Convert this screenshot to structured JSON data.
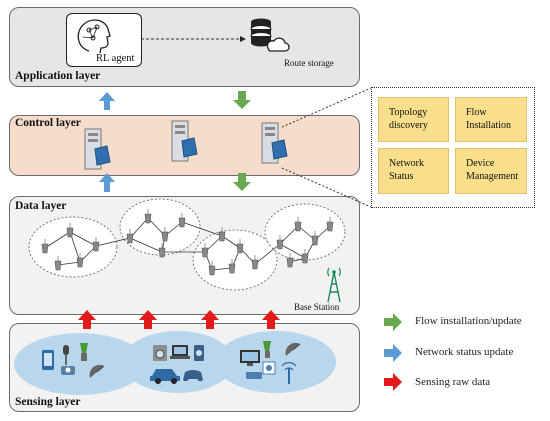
{
  "layers": {
    "application": "Application layer",
    "control": "Control layer",
    "data": "Data layer",
    "sensing": "Sensing layer"
  },
  "application": {
    "agent_label": "RL agent",
    "storage_label": "Route storage"
  },
  "controller_functions": {
    "topology": [
      "Topology",
      "discovery"
    ],
    "flow": [
      "Flow",
      "Installation"
    ],
    "network_status": [
      "Network",
      "Status"
    ],
    "device_mgmt": [
      "Device",
      "Management"
    ]
  },
  "data_layer": {
    "base_station_label": "Base Station"
  },
  "legend": [
    {
      "label": "Flow installation/update",
      "color": "#6aa84f"
    },
    {
      "label": "Network status update",
      "color": "#5b9bd5"
    },
    {
      "label": "Sensing raw data",
      "color": "#e31a1c"
    }
  ],
  "colors": {
    "application_bg": "#e6e6e6",
    "control_bg": "#f6dccb",
    "layer_bg": "#f2f2f2",
    "function_box": "#f9df8c",
    "sensing_cluster": "#b9d7ec"
  }
}
